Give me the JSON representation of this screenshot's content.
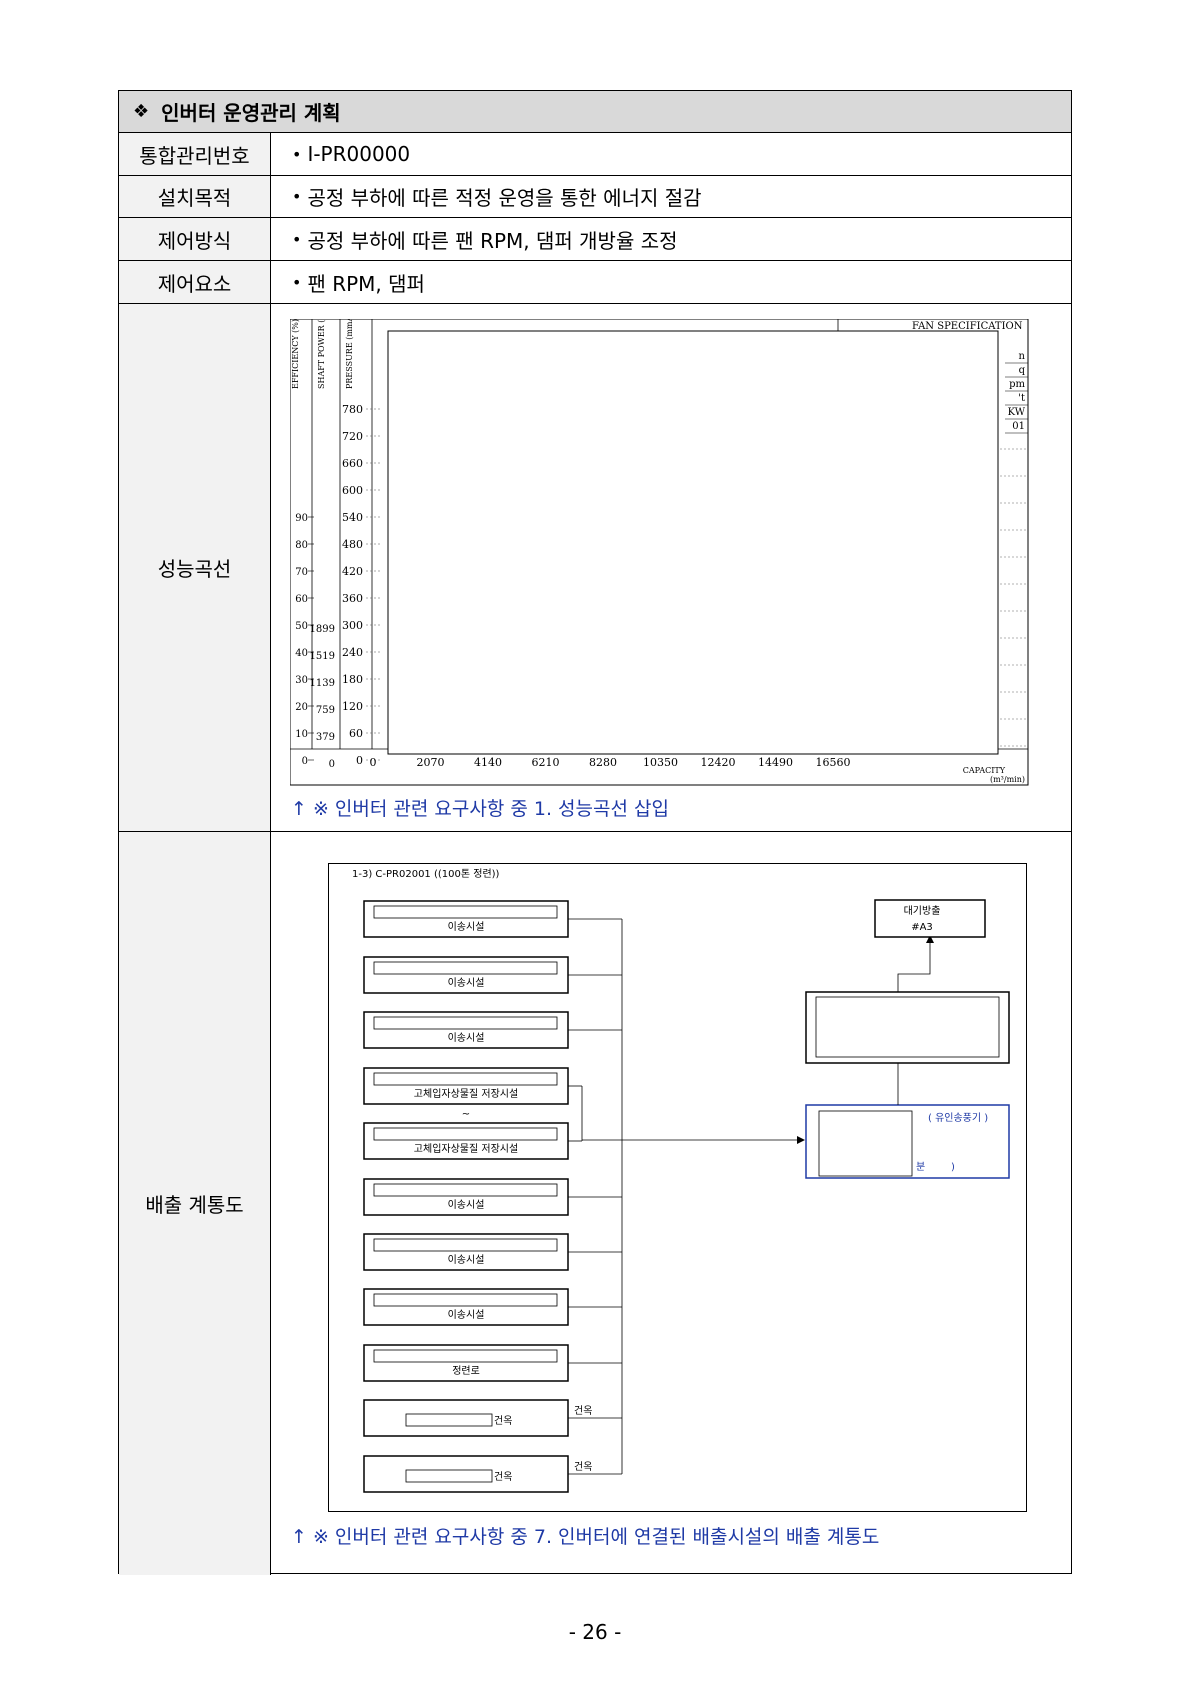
{
  "section": {
    "title": "인버터 운영관리 계획",
    "icon": "diamond-icon"
  },
  "rows": [
    {
      "label": "통합관리번호",
      "value": "I-PR00000"
    },
    {
      "label": "설치목적",
      "value": "공정 부하에 따른 적정 운영을 통한 에너지 절감"
    },
    {
      "label": "제어방식",
      "value": "공정 부하에 따른 팬 RPM, 댐퍼 개방율 조정"
    },
    {
      "label": "제어요소",
      "value": "팬 RPM, 댐퍼"
    }
  ],
  "performance": {
    "label": "성능곡선",
    "caption": "↑ ※ 인버터 관련 요구사항 중 1. 성능곡선 삽입",
    "chart": {
      "axis_titles": [
        "EFFICIENCY (%)",
        "SHAFT POWER (KW)",
        "PRESSURE (mmAq)"
      ],
      "header_partial": "FAN SPECIFICATION",
      "efficiency_ticks": [
        "90",
        "80",
        "70",
        "60",
        "50",
        "40",
        "30",
        "20",
        "10",
        "0"
      ],
      "power_ticks": [
        "1899",
        "1519",
        "1139",
        "759",
        "379",
        "0"
      ],
      "pressure_ticks": [
        "780",
        "720",
        "660",
        "600",
        "540",
        "480",
        "420",
        "360",
        "300",
        "240",
        "180",
        "120",
        "60",
        "0"
      ],
      "capacity_ticks": [
        "0",
        "2070",
        "4140",
        "6210",
        "8280",
        "10350",
        "12420",
        "14490",
        "16560"
      ],
      "capacity_label": "CAPACITY",
      "capacity_unit": "(m³/min)",
      "spec_fragments": [
        "n",
        "q",
        "pm",
        "'t",
        "KW",
        "01"
      ]
    }
  },
  "emission": {
    "label": "배출 계통도",
    "caption": "↑ ※ 인버터 관련 요구사항 중 7. 인버터에 연결된 배출시설의 배출 계통도",
    "diagram": {
      "header": "1-3) C-PR02001 ((100톤 정련))",
      "facilities": [
        "이송시설",
        "이송시설",
        "이송시설",
        "고체입자상물질 저장시설",
        "고체입자상물질 저장시설",
        "이송시설",
        "이송시설",
        "이송시설",
        "정련로",
        "건옥",
        "건옥"
      ],
      "tilde": "~",
      "side_labels": [
        "건옥",
        "건옥"
      ],
      "outlet": {
        "line1": "대기방출",
        "line2": "#A3"
      },
      "fan_label": "( 유인송풍기 )",
      "fan_partial_1": "분",
      "fan_partial_2": ")"
    }
  },
  "page_number": "- 26 -"
}
